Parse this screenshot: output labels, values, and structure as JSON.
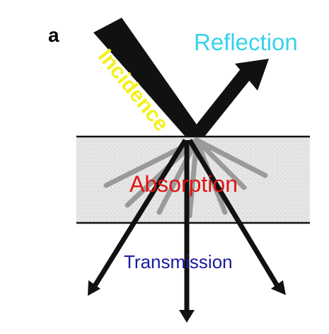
{
  "panel_label": "a",
  "labels": {
    "incidence": "Incidence",
    "reflection": "Reflection",
    "absorption": "Absorption",
    "transmission": "Transmission"
  },
  "colors": {
    "incidence_text": "#f5f01a",
    "reflection_text": "#35d3ea",
    "absorption_text": "#e01414",
    "transmission_text": "#1a1aa0",
    "beam": "#111111",
    "slab_fill": "#e3e3e3",
    "scatter_rays": "#9a9a9a"
  }
}
